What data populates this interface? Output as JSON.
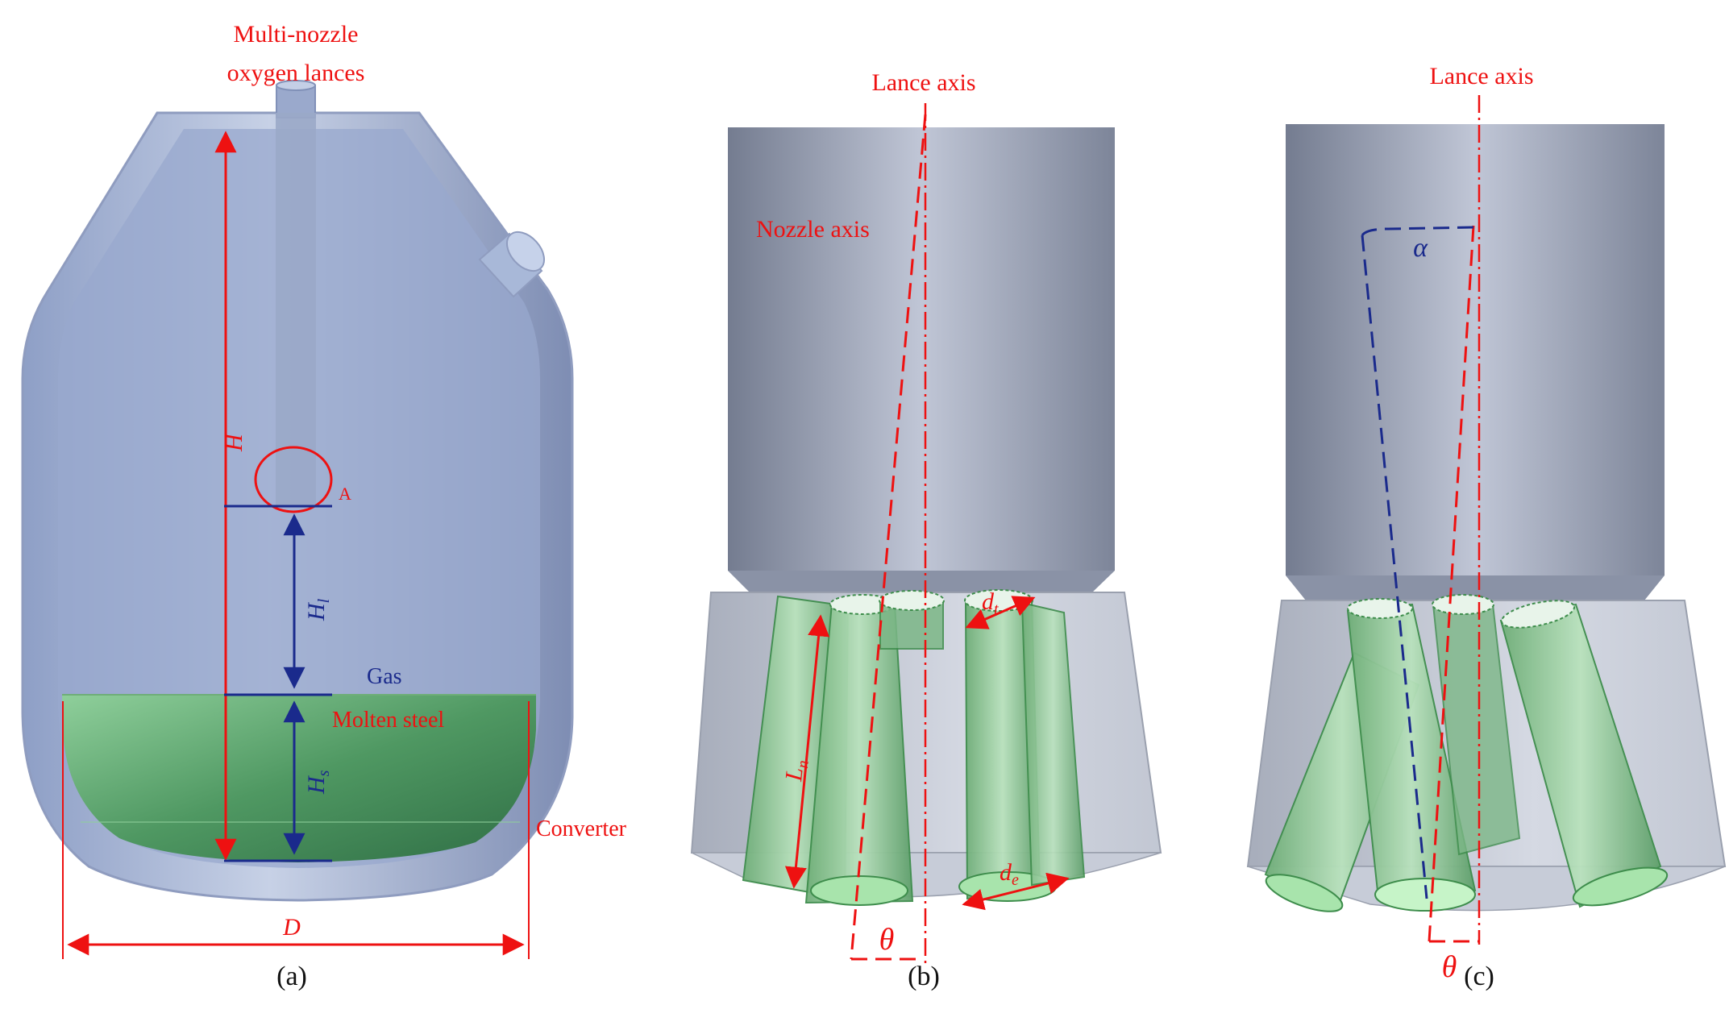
{
  "panels": {
    "a": {
      "caption": "(a)",
      "lance_label_line1": "Multi-nozzle",
      "lance_label_line2": "oxygen lances",
      "H": "H",
      "A": "A",
      "Hl_main": "H",
      "Hl_sub": "l",
      "gas": "Gas",
      "molten_steel": "Molten steel",
      "Hs_main": "H",
      "Hs_sub": "s",
      "converter": "Converter",
      "D": "D"
    },
    "b": {
      "caption": "(b)",
      "lance_axis": "Lance axis",
      "nozzle_axis": "Nozzle axis",
      "dt_main": "d",
      "dt_sub": "t",
      "Ln_main": "L",
      "Ln_sub": "n",
      "de_main": "d",
      "de_sub": "e",
      "theta": "θ"
    },
    "c": {
      "caption": "(c)",
      "lance_axis": "Lance axis",
      "alpha": "α",
      "theta": "θ"
    }
  },
  "colors": {
    "annotation_red": "#ee1111",
    "annotation_blue": "#1a2a8c",
    "steel_green": "#5aa46e",
    "body_blue": "#a7b6d6",
    "lance_gray": "#98a0b4"
  }
}
